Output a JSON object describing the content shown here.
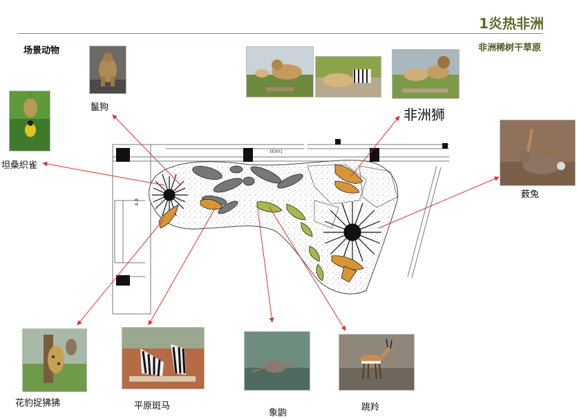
{
  "header": {
    "title": "1炎热非洲",
    "subtitle": "非洲稀树干草原",
    "section_label": "场景动物"
  },
  "plan": {
    "dimension_text": "SE001",
    "side_text": "4.8"
  },
  "animals": [
    {
      "id": "hyena",
      "label": "鬣狗",
      "icon": "hyena-photo"
    },
    {
      "id": "weaver",
      "label": "坦桑织雀",
      "icon": "weaver-bird-photo"
    },
    {
      "id": "lion",
      "label": "非洲狮",
      "icon": "lion-photo"
    },
    {
      "id": "hare",
      "label": "薮兔",
      "icon": "hare-photo"
    },
    {
      "id": "leopard",
      "label": "花豹捉狒狒",
      "icon": "leopard-baboon-photo"
    },
    {
      "id": "zebra",
      "label": "平原斑马",
      "icon": "zebra-photo"
    },
    {
      "id": "shrew",
      "label": "象鼩",
      "icon": "elephant-shrew-photo"
    },
    {
      "id": "springbok",
      "label": "跳羚",
      "icon": "springbok-photo"
    }
  ],
  "colors": {
    "title": "#5d6b2c",
    "arrow": "#e0322f",
    "orange_animal": "#d79535",
    "green_animal": "#a9b84a",
    "rule": "#6f8f95"
  }
}
